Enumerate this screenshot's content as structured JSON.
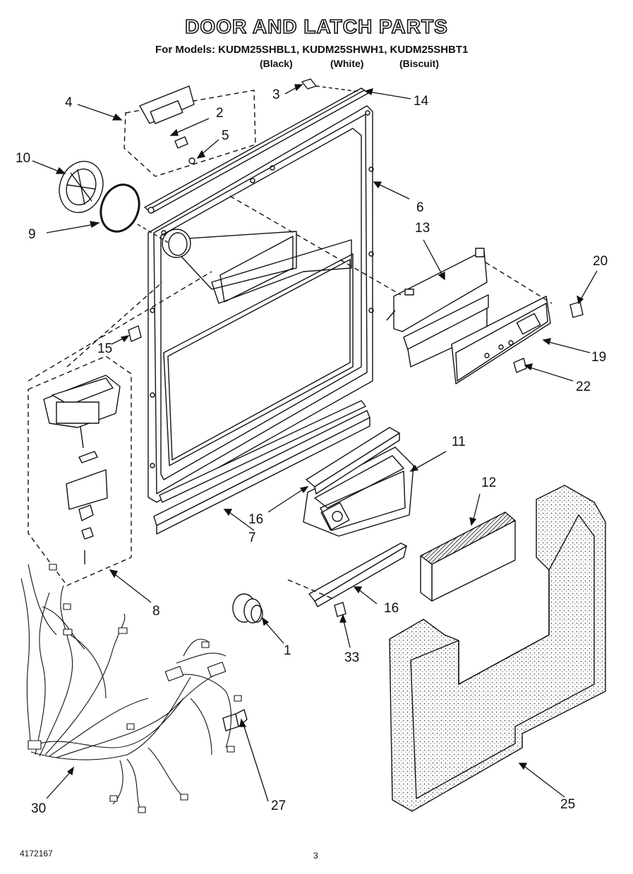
{
  "header": {
    "title": "DOOR AND LATCH PARTS",
    "models_line": "For Models: KUDM25SHBL1, KUDM25SHWH1, KUDM25SHBT1",
    "colors": [
      "(Black)",
      "(White)",
      "(Biscuit)"
    ]
  },
  "callouts": {
    "p1": "1",
    "p2": "2",
    "p3": "3",
    "p4": "4",
    "p5": "5",
    "p6": "6",
    "p7": "7",
    "p8": "8",
    "p9": "9",
    "p10": "10",
    "p11": "11",
    "p12": "12",
    "p13": "13",
    "p14": "14",
    "p15": "15",
    "p16a": "16",
    "p16b": "16",
    "p19": "19",
    "p20": "20",
    "p22": "22",
    "p25": "25",
    "p27": "27",
    "p30": "30",
    "p33": "33"
  },
  "footer": {
    "doc_number": "4172167",
    "page_number": "3"
  }
}
